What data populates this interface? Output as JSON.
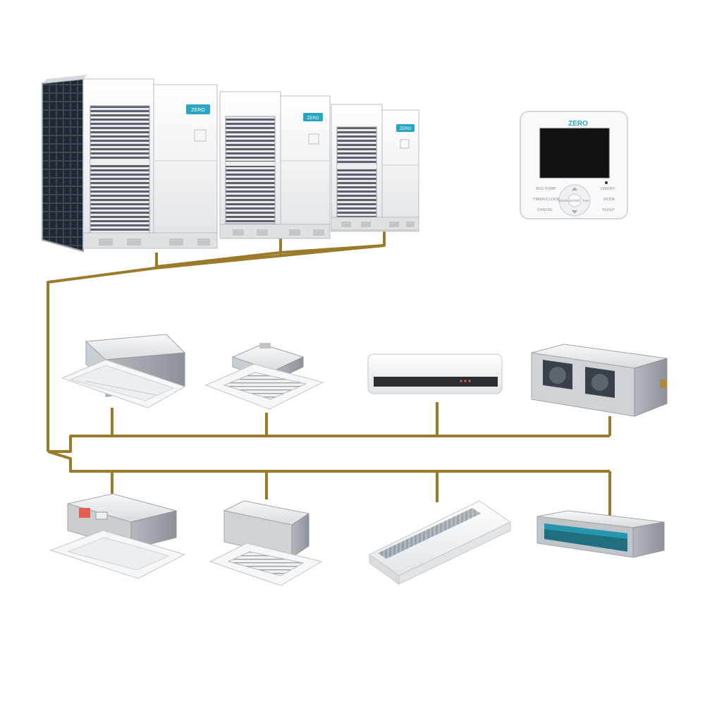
{
  "brand": {
    "logo_text": "ZERO"
  },
  "colors": {
    "pipe": "#9a7b2c",
    "unit_white": "#eef0f2",
    "unit_panel": "#e3e6ea",
    "grille": "#4a5058",
    "coil": "#2f3a4a",
    "metal": "#b9bec4",
    "screen": "#111111",
    "accent": "#2aa5c2"
  },
  "outdoor_units": [
    {
      "name": "outdoor-unit-1",
      "logo": "ZERO"
    },
    {
      "name": "outdoor-unit-2",
      "logo": "ZERO"
    },
    {
      "name": "outdoor-unit-3",
      "logo": "ZERO"
    }
  ],
  "controller": {
    "logo": "ZERO",
    "buttons": {
      "left_top": "AVG PUMP",
      "left_mid": "TIMER/CLOCK",
      "left_bot": "CANCEL",
      "right_top": "ON/OFF",
      "right_mid": "MODE",
      "right_bot": "SLEEP",
      "center_left": "SWING",
      "center": "ENTER",
      "center_right": "FAN"
    }
  },
  "indoor_units_row1": [
    {
      "type": "ceiling-cassette-one-way"
    },
    {
      "type": "ceiling-cassette-four-way"
    },
    {
      "type": "wall-mounted-split"
    },
    {
      "type": "ducted-high-static"
    }
  ],
  "indoor_units_row2": [
    {
      "type": "ceiling-cassette-compact"
    },
    {
      "type": "ceiling-cassette-four-way-compact"
    },
    {
      "type": "ceiling-floor-convertible"
    },
    {
      "type": "slim-duct"
    }
  ]
}
